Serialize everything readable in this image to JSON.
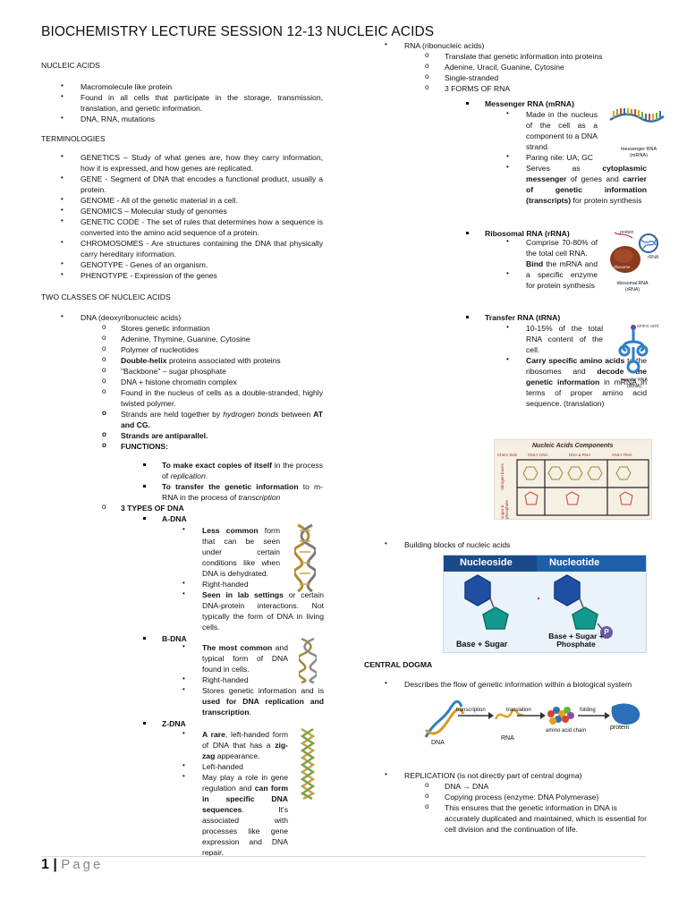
{
  "title": "BIOCHEMISTRY LECTURE SESSION 12-13 NUCLEIC ACIDS",
  "nucleic_acids": {
    "heading": "NUCLEIC ACIDS",
    "items": [
      "Macromolecule like protein",
      "Found in all cells that participate in the storage, transmission, translation, and genetic information.",
      "DNA, RNA, mutations"
    ]
  },
  "terminologies": {
    "heading": "TERMINOLOGIES",
    "items": [
      "GENETICS – Study of what genes are, how they carry information, how it is expressed, and how genes are replicated.",
      "GENE - Segment of DNA that encodes a functional product, usually a protein.",
      "GENOME - All of the genetic material in a cell.",
      "GENOMICS – Molecular study of genomes",
      "GENETIC CODE - The set of rules that determines how a sequence is converted into the amino acid sequence of a protein.",
      "CHROMOSOMES - Are structures containing the DNA that physically carry hereditary information.",
      "GENOTYPE -  Genes of an organism.",
      "PHENOTYPE -  Expression of the genes"
    ]
  },
  "two_classes": {
    "heading": "TWO CLASSES OF NUCLEIC ACIDS",
    "dna_label": "DNA (deoxyribonucleic acids)",
    "dna_items": [
      "Stores genetic information",
      "Adenine, Thymine, Guanine, Cytosine",
      "Polymer of nucleotides"
    ],
    "double_helix_bold": "Double-helix",
    "double_helix_rest": " proteins associated with proteins",
    "backbone": "\"Backbone\" – sugar phosphate",
    "histone": "DNA + histone chromatin complex",
    "found_nucleus": "Found in the nucleus of cells as a double-stranded, highly twisted polymer.",
    "strands_a": "Strands are held together by ",
    "strands_b": "hydrogen bonds",
    "strands_c": " between ",
    "strands_d": "AT and CG.",
    "antiparallel": "Strands are antiparallel.",
    "functions": "FUNCTIONS:",
    "f1_bold": "To make exact copies of itself",
    "f1_rest": " in the process of ",
    "f1_ital": "replication",
    "f1_end": ".",
    "f2_bold": "To transfer the genetic information",
    "f2_rest": " to m-RNA in the process of ",
    "f2_ital": "transcription",
    "three_types": "3 TYPES OF DNA",
    "adna": {
      "label": "A-DNA",
      "b1_bold": "Less common",
      "b1_rest": " form that can be seen under certain conditions like when DNA is dehydrated.",
      "b2": "Right-handed",
      "b3_bold": "Seen in lab settings",
      "b3_rest": " or certain DNA-protein interactions. Not typically the form of DNA in living cells."
    },
    "bdna": {
      "label": "B-DNA",
      "b1_bold": "The most common",
      "b1_rest": " and typical form of DNA found in cells.",
      "b2": "Right-handed",
      "b3_a": "Stores genetic information and is ",
      "b3_bold": "used for DNA replication and transcription",
      "b3_end": "."
    },
    "zdna": {
      "label": "Z-DNA",
      "b1_bold": "A rare",
      "b1_rest": ", left-handed form of DNA that has a ",
      "b1_bold2": "zig-zag",
      "b1_end": " appearance.",
      "b2": "Left-handed",
      "b3_a": "May play a role in gene regulation and ",
      "b3_bold": "can form in specific DNA sequences",
      "b3_end": ". It's associated with processes like gene expression and DNA repair."
    }
  },
  "rna": {
    "label": "RNA (ribonucleic acids)",
    "items": [
      "Translate that genetic information into proteins",
      "Adenine, Uracil, Guanine, Cytosine",
      "Single-stranded",
      "3 FORMS OF RNA"
    ],
    "mrna": {
      "label": "Messenger RNA (mRNA)",
      "b1": "Made in the nucleus of the cell as a component to a DNA strand.",
      "b2": "Paring nile: UA; GC",
      "b3_a": "Serves as ",
      "b3_bold1": "cytoplasmic messenger",
      "b3_b": " of genes and ",
      "b3_bold2": "carrier of genetic information (transcripts)",
      "b3_c": " for protein synthesis",
      "img_label": "messenger RNA (mRNA)"
    },
    "rrna": {
      "label": "Ribosomal RNA (rRNA)",
      "b1": "Comprise 70-80% of the total cell RNA.",
      "b2_bold": "Bind",
      "b2_rest": " the mRNA and a specific enzyme for protein synthesis",
      "img_protein": "protein",
      "img_rna": "rRNA",
      "img_ribosome": "ribosome",
      "img_label": "ribosomal RNA (rRNA)"
    },
    "trna": {
      "label": "Transfer RNA (tRNA)",
      "b1": "10-15% of the total RNA content of the cell.",
      "b2_bold1": "Carry specific amino acids",
      "b2_a": " to the ribosomes and ",
      "b2_bold2": "decode the genetic information",
      "b2_b": " in mRNA in terms of proper amino acid sequence. (translation)",
      "img_amino": "amino acid",
      "img_label": "transfer RNA (tRNA)"
    }
  },
  "components_img": {
    "title": "Nucleic Acids Components",
    "cols": [
      "Chem Side",
      "ONLY DNA",
      "DNA & RNA",
      "ONLY RNA"
    ],
    "row1": "nitrogen bases",
    "row2": "sugar & phosphate"
  },
  "building_blocks": "Building blocks of nucleic acids",
  "nucleo_img": {
    "left_title": "Nucleoside",
    "right_title": "Nucleotide",
    "left_caption": "Base + Sugar",
    "right_caption": "Base + Sugar + Phosphate",
    "p": "P"
  },
  "central_dogma": {
    "heading": "CENTRAL DOGMA",
    "desc": "Describes the flow of genetic information within a biological system",
    "img": {
      "transcription": "transcription",
      "translation": "translation",
      "folding": "folding",
      "dna": "DNA",
      "rna": "RNA",
      "amino": "amino acid chain",
      "protein": "protein"
    }
  },
  "replication": {
    "label": "REPLICATION (is not directly part of central dogma)",
    "items": [
      "DNA → DNA",
      "Copying process (enzyme: DNA Polymerase)",
      "This ensures that the genetic information in DNA is accurately duplicated and maintained, which is essential for cell division and the continuation of life."
    ]
  },
  "footer": {
    "page_number": "1",
    "sep": "|",
    "page_word": "Page"
  },
  "colors": {
    "nucleoside_header": "#1b4a8a",
    "nucleotide_header": "#1d5fa8",
    "hexagon": "#1f4fa3",
    "pentagon": "#139a8c",
    "phosphate": "#6a5ba8"
  }
}
